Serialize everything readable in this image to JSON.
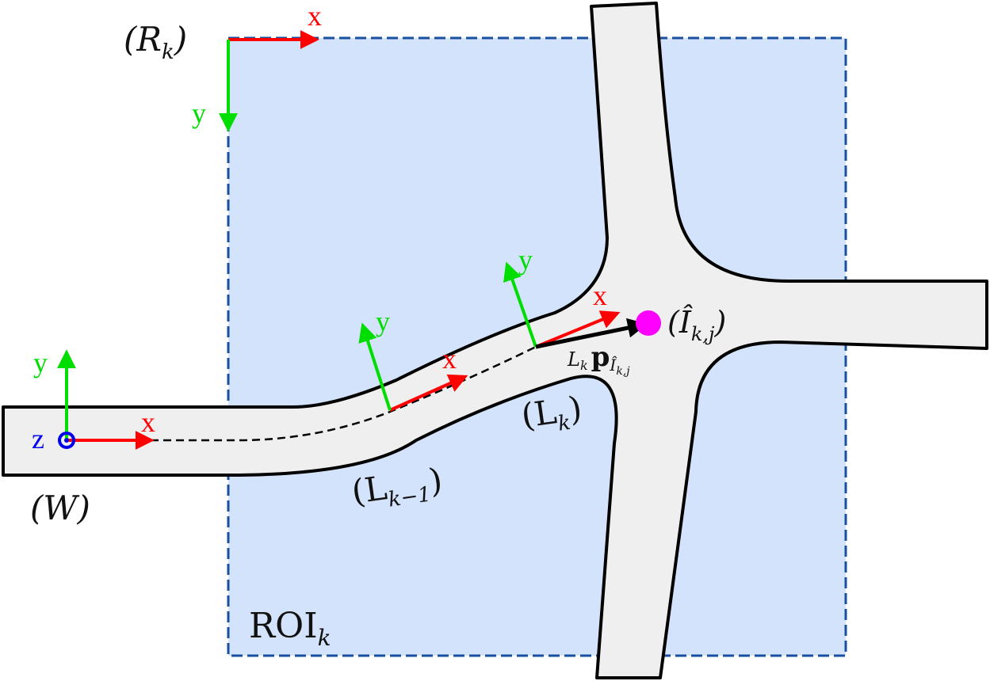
{
  "colors": {
    "roi_fill": "#d3e3fb",
    "roi_border": "#1a4fa0",
    "road_fill": "#efefef",
    "road_stroke": "#000000",
    "x_axis": "#ff0000",
    "y_axis": "#00dd00",
    "z_axis": "#0000ee",
    "intersection_point": "#ff00ff",
    "vector": "#000000"
  },
  "labels": {
    "axis_x": "x",
    "axis_y": "y",
    "axis_z": "z",
    "frame_roi": "(R",
    "frame_roi_sub": "k",
    "frame_world": "(W)",
    "frame_lane_prev": "(L",
    "frame_lane_prev_sub": "k−1",
    "frame_lane_cur": "(L",
    "frame_lane_cur_sub": "k",
    "intersection": "(Î",
    "intersection_sub": "k,j",
    "vector_pre_sub": "L",
    "vector_pre_subsub": "k",
    "vector_symbol": "p",
    "vector_sub": "Î",
    "vector_subsub": "k,j",
    "roi": "ROI",
    "roi_sub": "k",
    "close_paren": ")"
  }
}
